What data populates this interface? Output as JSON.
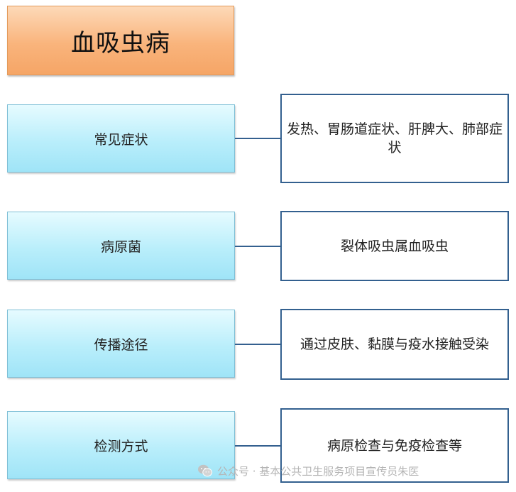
{
  "title": "血吸虫病",
  "rows": [
    {
      "label": "常见症状",
      "value": "发热、胃肠道症状、肝脾大、肺部症状"
    },
    {
      "label": "病原菌",
      "value": "裂体吸虫属血吸虫"
    },
    {
      "label": "传播途径",
      "value": "通过皮肤、黏膜与疫水接触受染"
    },
    {
      "label": "检测方式",
      "value": "病原检查与免疫检查等"
    }
  ],
  "watermark": {
    "text": "公众号 · 基本公共卫生服务项目宣传员朱医",
    "icon": "wechat-icon"
  },
  "colors": {
    "title_fill": "#f9b47c",
    "left_fill": "#b9eefb",
    "right_border": "#33608f",
    "connector": "#34608f"
  }
}
